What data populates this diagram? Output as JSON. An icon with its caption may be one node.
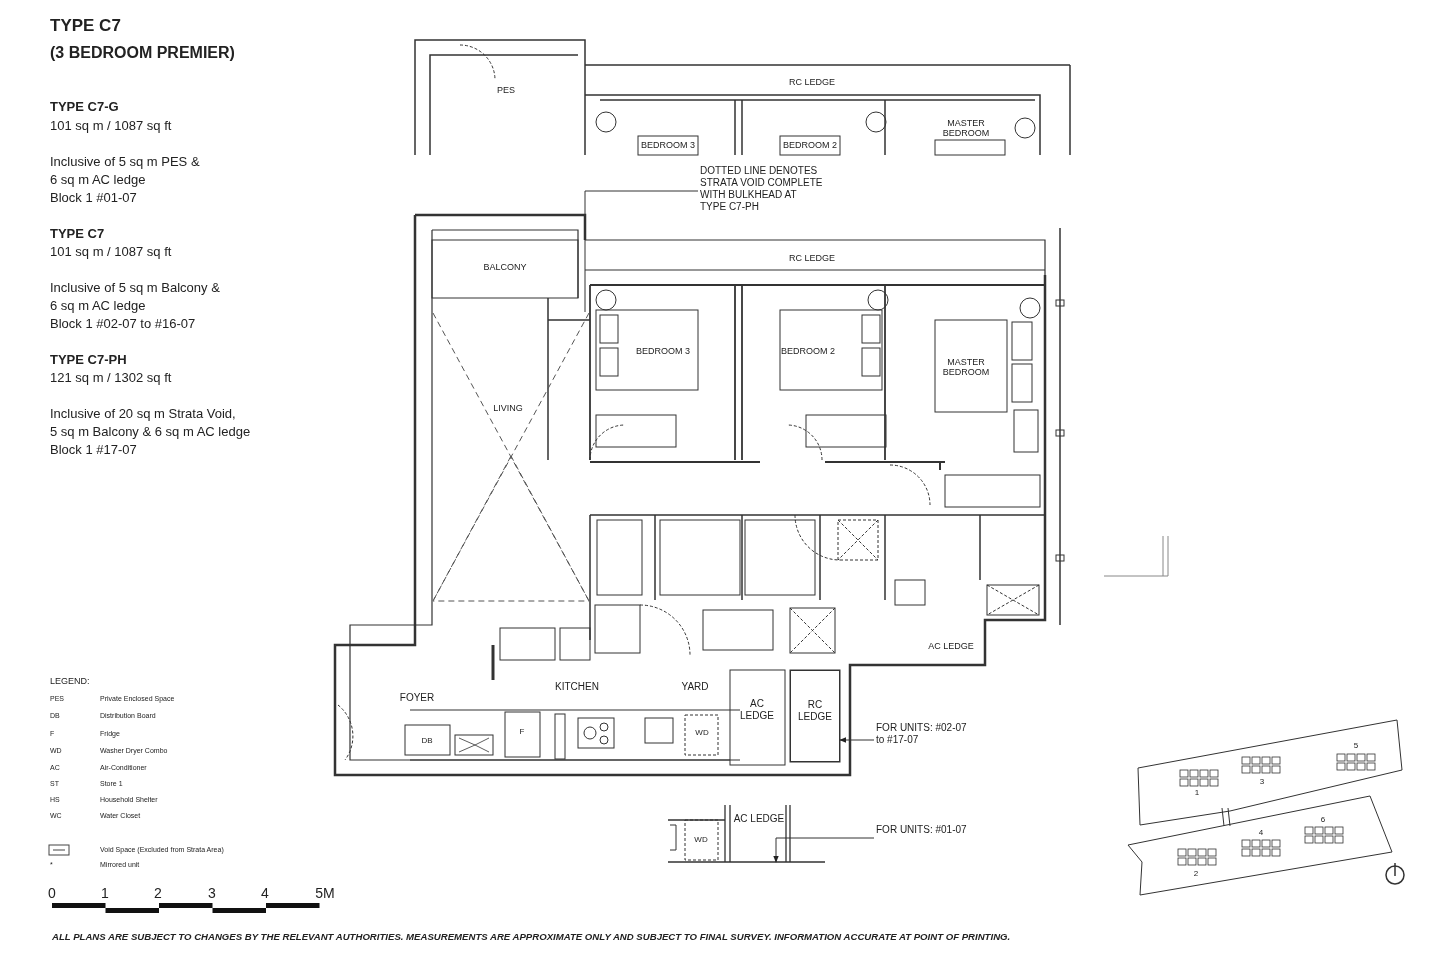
{
  "diagram": {
    "title": "TYPE C7",
    "nodes": [
      {
        "text": [
          "DOTTED LINE DENOTES STRATA VOID COMPLETE WITH BULKHEAD AT TYPE C7-PH"
        ]
      },
      {
        "text": [],
        "shape": "box"
      },
      {
        "text": [
          "FOR UNITS: #02-07 to #17-07"
        ]
      },
      {
        "text": [
          "RC LEDGE"
        ]
      },
      {
        "text": [
          "FOR UNITS: #01-07"
        ]
      },
      {
        "text": [
          "AC LEDGE"
        ]
      }
    ],
    "edges": [
      {
        "from": 0,
        "to": 1,
        "arrow": "none"
      },
      {
        "from": 2,
        "to": 3,
        "arrow": "to"
      },
      {
        "from": 4,
        "to": 5,
        "arrow": "to"
      }
    ],
    "labels": [
      "(3 BEDROOM PREMIER)",
      "TYPE C7-G",
      "101 sq m / 1087 sq ft",
      "Inclusive of 5 sq m PES &",
      "6 sq m AC ledge",
      "Block 1 #01-07",
      "TYPE C7",
      "101 sq m / 1087 sq ft",
      "Inclusive of 5 sq m Balcony &",
      "6 sq m AC ledge",
      "Block 1 #02-07 to #16-07",
      "TYPE C7-PH",
      "121 sq m / 1302 sq ft",
      "Inclusive of 20 sq m Strata Void,",
      "5 sq m Balcony & 6 sq m AC ledge",
      "Block 1 #17-07",
      "LEGEND:",
      "PES",
      "Private Enclosed Space",
      "DB",
      "Distribution Board",
      "F",
      "Fridge",
      "WD",
      "Washer Dryer Combo",
      "AC",
      "Air-Conditioner",
      "ST",
      "Store 1",
      "HS",
      "Household Shelter",
      "WC",
      "Water Closet",
      "Void Space (Excluded from Strata Area)",
      "*",
      "Mirrored unit",
      "0",
      "1",
      "2",
      "3",
      "4",
      "5M",
      "ALL PLANS ARE SUBJECT TO CHANGES BY THE RELEVANT AUTHORITIES. MEASUREMENTS ARE APPROXIMATE ONLY AND SUBJECT TO FINAL SURVEY. INFORMATION ACCURATE AT POINT OF PRINTING.",
      "PES",
      "RC LEDGE",
      "BEDROOM 3",
      "BEDROOM 2",
      "MASTER BEDROOM",
      "BALCONY",
      "RC LEDGE",
      "BEDROOM 3",
      "BEDROOM 2",
      "MASTER BEDROOM",
      "LIVING",
      "AC LEDGE",
      "FOYER",
      "KITCHEN",
      "YARD",
      "AC LEDGE",
      "DB",
      "F",
      "WD",
      "WD",
      "5",
      "1",
      "3",
      "4",
      "6",
      "2"
    ]
  }
}
